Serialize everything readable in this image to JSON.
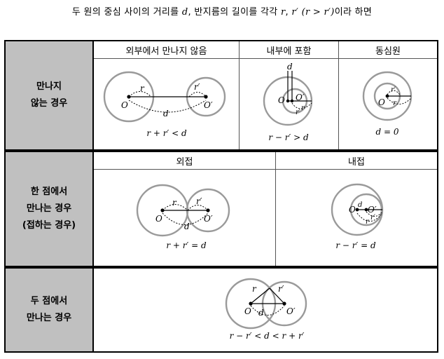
{
  "intro": {
    "part1": "두 원의 중심 사이의 거리를 ",
    "var_d": "d",
    "part2": ", 반지름의 길이를 각각 ",
    "var_r": "r",
    "sep": ", ",
    "var_r2": "r′",
    "cond": "(r > r′)",
    "part3": "이라 하면"
  },
  "rows": [
    {
      "header": [
        "만나지",
        "않는 경우"
      ],
      "columns": [
        {
          "title": "외부에서 만나지 않음",
          "formula": "r + r′ < d",
          "labels": [
            "r",
            "r′",
            "O",
            "O′",
            "d"
          ]
        },
        {
          "title": "내부에 포함",
          "formula": "r − r′ > d",
          "labels": [
            "d",
            "O",
            "O′",
            "r",
            "r′"
          ]
        },
        {
          "title": "동심원",
          "formula": "d = 0",
          "labels": [
            "r′",
            "O",
            "r"
          ]
        }
      ]
    },
    {
      "header": [
        "한 점에서",
        "만나는 경우",
        "(접하는 경우)"
      ],
      "columns": [
        {
          "title": "외접",
          "formula": "r + r′ = d",
          "labels": [
            "r",
            "r′",
            "O",
            "O′",
            "d"
          ]
        },
        {
          "title": "내접",
          "formula": "r − r′ = d",
          "labels": [
            "O",
            "d",
            "O′",
            "r′",
            "r"
          ]
        }
      ]
    },
    {
      "header": [
        "두 점에서",
        "만나는 경우"
      ],
      "columns": [
        {
          "title": "",
          "formula": "r − r′ < d < r + r′",
          "labels": [
            "r",
            "r′",
            "O",
            "O′",
            "d"
          ]
        }
      ]
    }
  ],
  "colors": {
    "circle": "#9a9a9a",
    "header_bg": "#c0c0c0",
    "line": "#000000"
  }
}
